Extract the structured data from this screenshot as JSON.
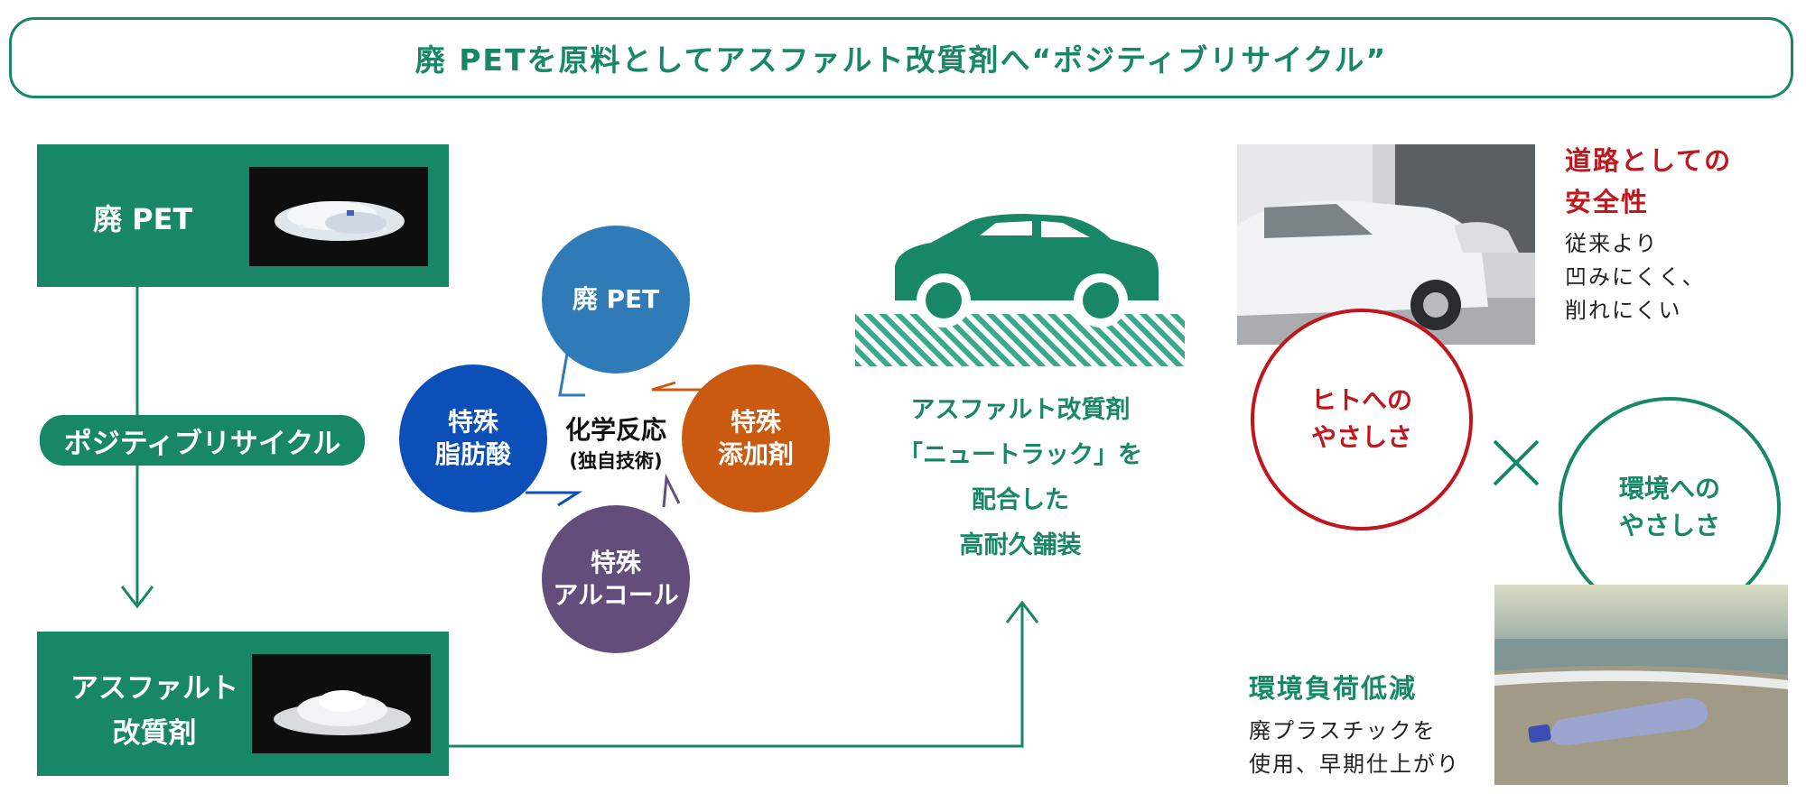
{
  "title": "廃 PETを原料としてアスファルト改質剤へ“ポジティブリサイクル”",
  "left": {
    "top_box": "廃 PET",
    "pill": "ポジティブリサイクル",
    "bottom_box_line1": "アスファルト",
    "bottom_box_line2": "改質剤"
  },
  "reaction": {
    "center_line1": "化学反応",
    "center_line2": "(独自技術)",
    "circles": [
      {
        "line1": "廃 PET",
        "line2": "",
        "color": "#2f7bb8"
      },
      {
        "line1": "特殊",
        "line2": "脂肪酸",
        "color": "#0d4fb8"
      },
      {
        "line1": "特殊",
        "line2": "添加剤",
        "color": "#c95a0f"
      },
      {
        "line1": "特殊",
        "line2": "アルコール",
        "color": "#624d7b"
      }
    ]
  },
  "product": {
    "lines": [
      "アスファルト改質剤",
      "「ニュートラック」を",
      "配合した",
      "高耐久舗装"
    ]
  },
  "benefits": {
    "human_ring_line1": "ヒトへの",
    "human_ring_line2": "やさしさ",
    "env_ring_line1": "環境への",
    "env_ring_line2": "やさしさ",
    "cross": "×",
    "safety_heading_line1": "道路としての",
    "safety_heading_line2": "安全性",
    "safety_lines": [
      "従来より",
      "凹みにくく、",
      "削れにくい"
    ],
    "env_heading": "環境負荷低減",
    "env_lines": [
      "廃プラスチックを",
      "使用、早期仕上がり"
    ]
  },
  "colors": {
    "green": "#178768",
    "red": "#c0161c",
    "blue": "#2f7bb8",
    "dark_blue": "#0d4fb8",
    "orange": "#c95a0f",
    "purple": "#624d7b"
  }
}
